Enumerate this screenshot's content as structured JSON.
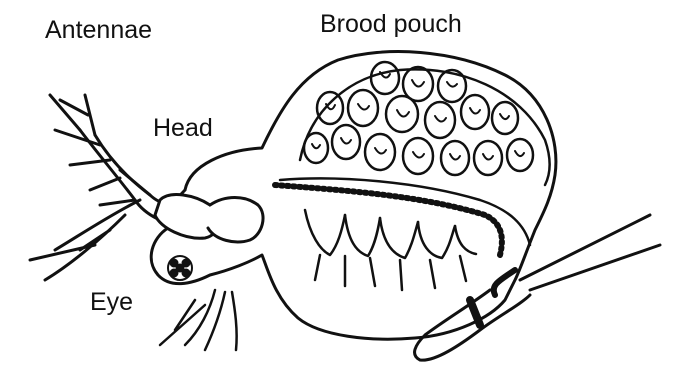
{
  "labels": {
    "antennae": "Antennae",
    "brood_pouch": "Brood pouch",
    "head": "Head",
    "eye": "Eye"
  },
  "colors": {
    "ink": "#111111",
    "background": "#ffffff"
  }
}
